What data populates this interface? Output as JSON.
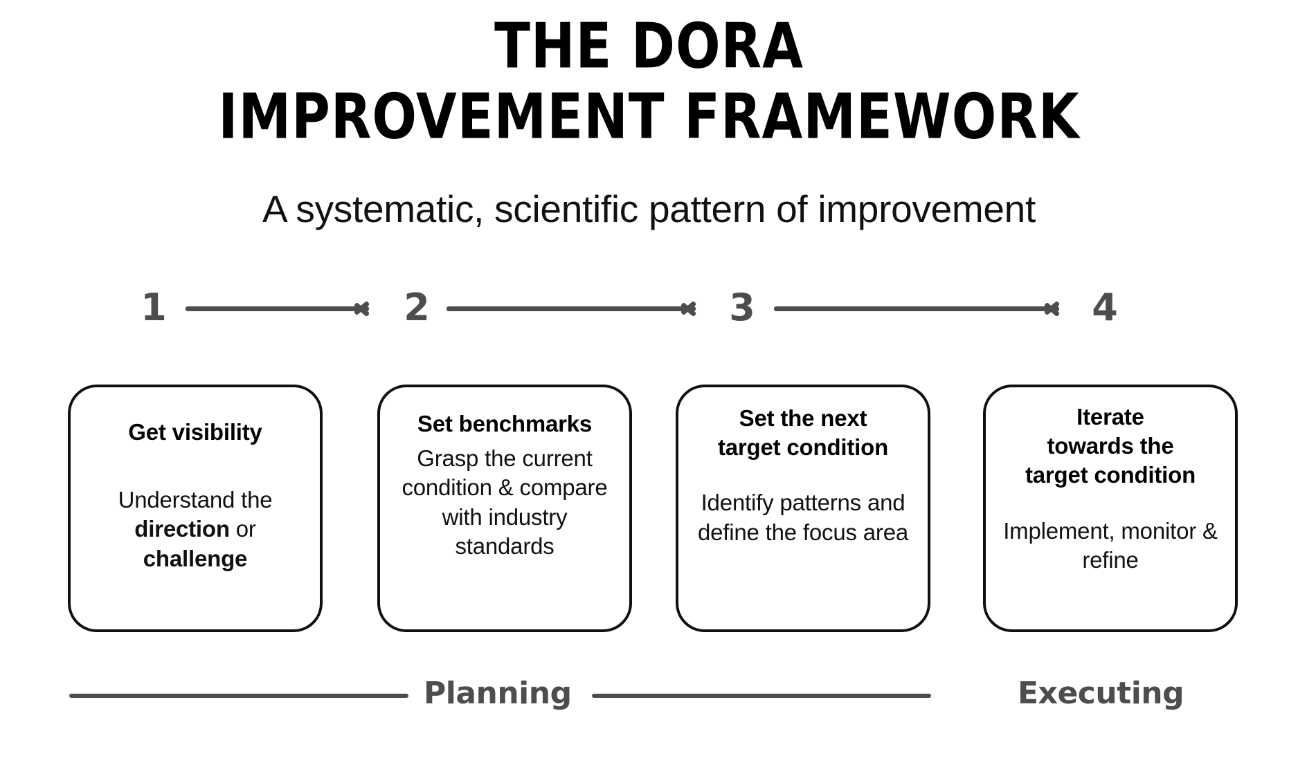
{
  "header": {
    "title_line_1": "THE DORA",
    "title_line_2": "IMPROVEMENT FRAMEWORK",
    "subtitle": "A systematic, scientific pattern of improvement"
  },
  "colors": {
    "background": "#ffffff",
    "title_text": "#000000",
    "body_text": "#111111",
    "accent_gray": "#4d4d4d",
    "card_border": "#101010"
  },
  "steps": [
    {
      "number": "1"
    },
    {
      "number": "2"
    },
    {
      "number": "3"
    },
    {
      "number": "4"
    }
  ],
  "cards": [
    {
      "title": "Get visibility",
      "body_prefix": "Understand the ",
      "body_bold_1": "direction",
      "body_middle": " or ",
      "body_bold_2": "challenge",
      "body_suffix": ""
    },
    {
      "title": "Set benchmarks",
      "body": "Grasp the current condition & compare with industry standards"
    },
    {
      "title_line_1": "Set the next",
      "title_line_2": "target condition",
      "body": "Identify patterns and define the focus area"
    },
    {
      "title_line_1": "Iterate",
      "title_line_2": "towards the",
      "title_line_3": "target condition",
      "body": "Implement, monitor & refine"
    }
  ],
  "phases": {
    "planning_label": "Planning",
    "executing_label": "Executing"
  }
}
